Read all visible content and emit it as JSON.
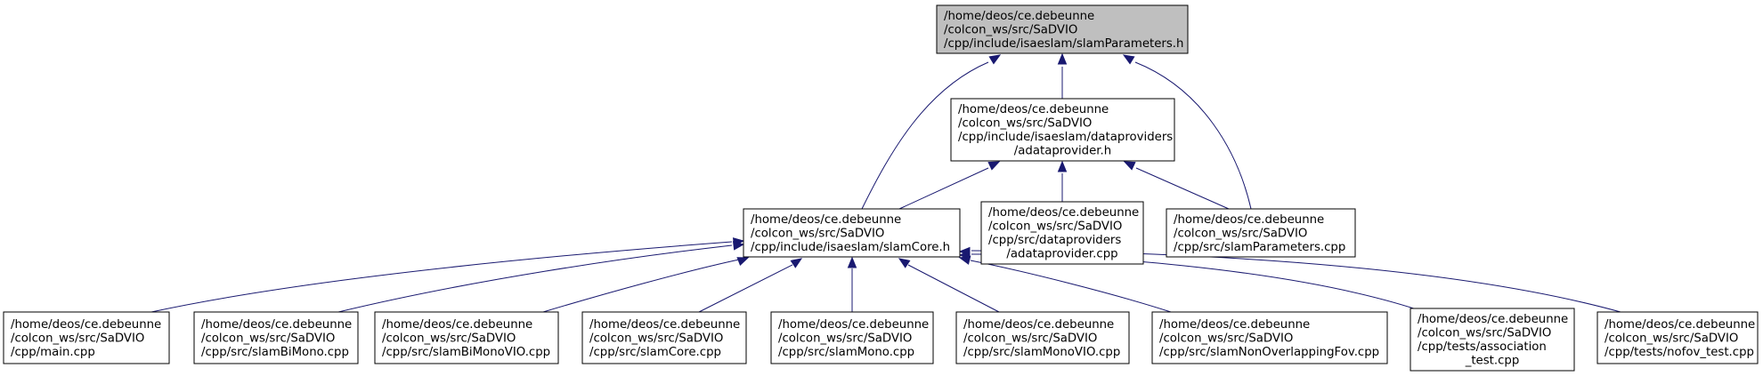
{
  "diagram": {
    "nodes": {
      "root": [
        "/home/deos/ce.debeunne",
        "/colcon_ws/src/SaDVIO",
        "/cpp/include/isaeslam/slamParameters.h"
      ],
      "adataprovider_h": [
        "/home/deos/ce.debeunne",
        "/colcon_ws/src/SaDVIO",
        "/cpp/include/isaeslam/dataproviders",
        "/adataprovider.h"
      ],
      "slamcore_h": [
        "/home/deos/ce.debeunne",
        "/colcon_ws/src/SaDVIO",
        "/cpp/include/isaeslam/slamCore.h"
      ],
      "adataprovider_cpp": [
        "/home/deos/ce.debeunne",
        "/colcon_ws/src/SaDVIO",
        "/cpp/src/dataproviders",
        "/adataprovider.cpp"
      ],
      "slamparameters_cpp": [
        "/home/deos/ce.debeunne",
        "/colcon_ws/src/SaDVIO",
        "/cpp/src/slamParameters.cpp"
      ],
      "main_cpp": [
        "/home/deos/ce.debeunne",
        "/colcon_ws/src/SaDVIO",
        "/cpp/main.cpp"
      ],
      "slambimono_cpp": [
        "/home/deos/ce.debeunne",
        "/colcon_ws/src/SaDVIO",
        "/cpp/src/slamBiMono.cpp"
      ],
      "slambimonovio_cpp": [
        "/home/deos/ce.debeunne",
        "/colcon_ws/src/SaDVIO",
        "/cpp/src/slamBiMonoVIO.cpp"
      ],
      "slamcore_cpp": [
        "/home/deos/ce.debeunne",
        "/colcon_ws/src/SaDVIO",
        "/cpp/src/slamCore.cpp"
      ],
      "slammono_cpp": [
        "/home/deos/ce.debeunne",
        "/colcon_ws/src/SaDVIO",
        "/cpp/src/slamMono.cpp"
      ],
      "slammonovio_cpp": [
        "/home/deos/ce.debeunne",
        "/colcon_ws/src/SaDVIO",
        "/cpp/src/slamMonoVIO.cpp"
      ],
      "slamnonoverlapping_cpp": [
        "/home/deos/ce.debeunne",
        "/colcon_ws/src/SaDVIO",
        "/cpp/src/slamNonOverlappingFov.cpp"
      ],
      "association_test_cpp": [
        "/home/deos/ce.debeunne",
        "/colcon_ws/src/SaDVIO",
        "/cpp/tests/association",
        "_test.cpp"
      ],
      "nofov_test_cpp": [
        "/home/deos/ce.debeunne",
        "/colcon_ws/src/SaDVIO",
        "/cpp/tests/nofov_test.cpp"
      ]
    },
    "edges": [
      [
        "adataprovider_h",
        "root"
      ],
      [
        "slamcore_h",
        "root"
      ],
      [
        "slamparameters_cpp",
        "root"
      ],
      [
        "slamcore_h",
        "adataprovider_h"
      ],
      [
        "adataprovider_cpp",
        "adataprovider_h"
      ],
      [
        "slamparameters_cpp",
        "adataprovider_h"
      ],
      [
        "main_cpp",
        "slamcore_h"
      ],
      [
        "slambimono_cpp",
        "slamcore_h"
      ],
      [
        "slambimonovio_cpp",
        "slamcore_h"
      ],
      [
        "slamcore_cpp",
        "slamcore_h"
      ],
      [
        "slammono_cpp",
        "slamcore_h"
      ],
      [
        "slammonovio_cpp",
        "slamcore_h"
      ],
      [
        "slamnonoverlapping_cpp",
        "slamcore_h"
      ],
      [
        "association_test_cpp",
        "slamcore_h"
      ],
      [
        "nofov_test_cpp",
        "slamcore_h"
      ]
    ],
    "colors": {
      "edge": "#191970",
      "root_fill": "#bfbfbf",
      "node_fill": "#ffffff",
      "node_border": "#000000"
    }
  }
}
